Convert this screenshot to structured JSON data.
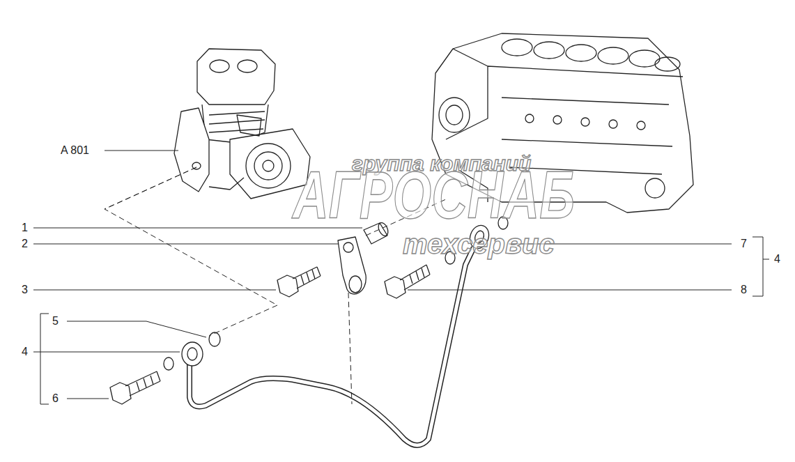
{
  "diagram": {
    "labels": [
      "группа компаний",
      "АГРОСНАБ",
      "техсервис",
      "A 801",
      "1",
      "2",
      "3",
      "5",
      "4",
      "6",
      "7",
      "8",
      "4"
    ]
  }
}
